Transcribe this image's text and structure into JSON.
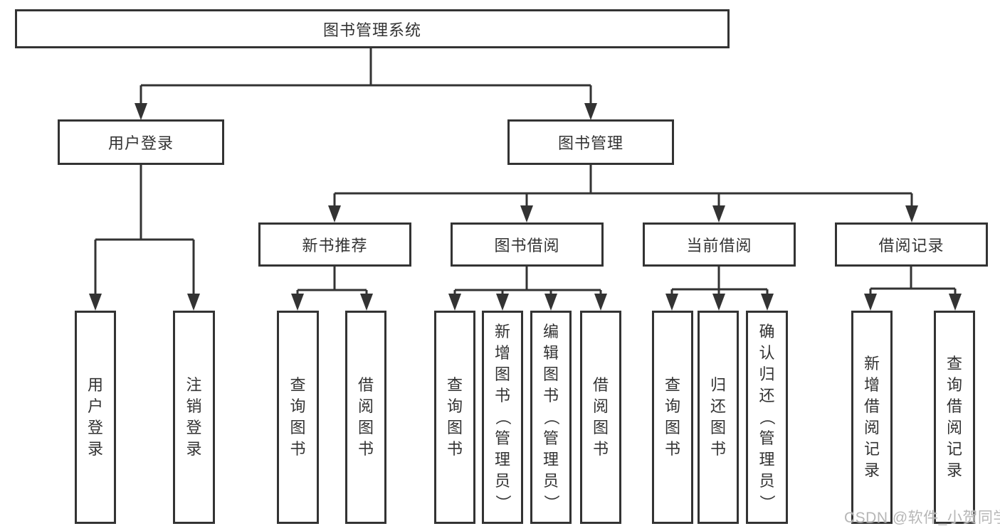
{
  "root": {
    "label": "图书管理系统"
  },
  "branches": [
    {
      "label": "用户登录",
      "children": [
        {
          "label": "用户登录"
        },
        {
          "label": "注销登录"
        }
      ]
    },
    {
      "label": "图书管理",
      "children": [
        {
          "label": "新书推荐",
          "children": [
            {
              "label": "查询图书"
            },
            {
              "label": "借阅图书"
            }
          ]
        },
        {
          "label": "图书借阅",
          "children": [
            {
              "label": "查询图书"
            },
            {
              "label": "新增图书（管理员）"
            },
            {
              "label": "编辑图书（管理员）"
            },
            {
              "label": "借阅图书"
            }
          ]
        },
        {
          "label": "当前借阅",
          "children": [
            {
              "label": "查询图书"
            },
            {
              "label": "归还图书"
            },
            {
              "label": "确认归还（管理员）"
            }
          ]
        },
        {
          "label": "借阅记录",
          "children": [
            {
              "label": "新增借阅记录"
            },
            {
              "label": "查询借阅记录"
            }
          ]
        }
      ]
    }
  ],
  "watermark": "CSDN @软件_小贺同学",
  "colors": {
    "line": "#333333",
    "box_border": "#333333",
    "text": "#333333",
    "watermark": "#b6b6b6",
    "background": "#ffffff"
  }
}
